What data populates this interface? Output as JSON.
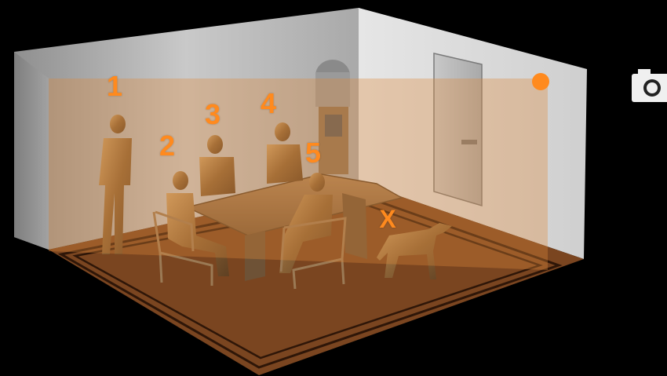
{
  "scene": {
    "markers": [
      "1",
      "2",
      "3",
      "4",
      "5"
    ],
    "target_marker": "X"
  },
  "colors": {
    "accent": "#ff8a1e",
    "overlay": "#e08a3a",
    "floor": "#8a4f22",
    "rug_border": "#3a1d0a",
    "wall": "#b8b8b8",
    "background": "#000000",
    "figure": "#9b7646"
  },
  "icons": {
    "camera": "camera-icon",
    "status": "recording-dot-icon"
  }
}
